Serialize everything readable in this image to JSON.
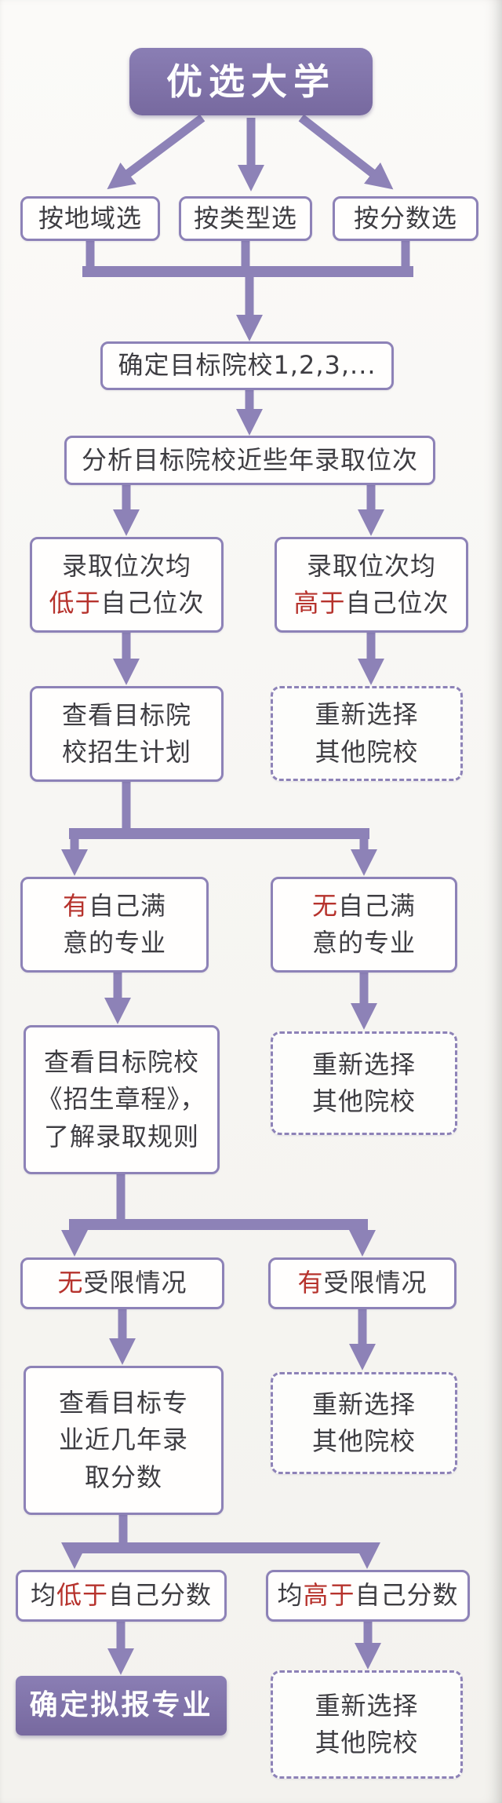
{
  "colors": {
    "purple_line": "#8d82b7",
    "purple_fill": "#7f73ae",
    "red_accent": "#b6322c",
    "text": "#3e3d42"
  },
  "flow": {
    "title": "优选大学",
    "criteria": [
      {
        "label": "按地域选"
      },
      {
        "label": "按类型选"
      },
      {
        "label": "按分数选"
      }
    ],
    "target": "确定目标院校1,2,3,...",
    "analyze": "分析目标院校近些年录取位次",
    "rank_lower": {
      "line1": "录取位次均",
      "red": "低于",
      "after": "自己位次"
    },
    "rank_higher": {
      "line1": "录取位次均",
      "red": "高于",
      "after": "自己位次"
    },
    "check_plan": {
      "line1": "查看目标院",
      "line2": "校招生计划"
    },
    "reselect": {
      "line1": "重新选择",
      "line2": "其他院校"
    },
    "major_yes": {
      "red": "有",
      "after1": "自己满",
      "line2": "意的专业"
    },
    "major_no": {
      "red": "无",
      "after1": "自己满",
      "line2": "意的专业"
    },
    "charter": {
      "line1": "查看目标院校",
      "line2": "《招生章程》，",
      "line3": "了解录取规则"
    },
    "no_limit": {
      "red": "无",
      "after": "受限情况"
    },
    "has_limit": {
      "red": "有",
      "after": "受限情况"
    },
    "scores": {
      "line1": "查看目标专",
      "line2": "业近几年录",
      "line3": "取分数"
    },
    "score_lower": {
      "pre": "均",
      "red": "低于",
      "after": "自己分数"
    },
    "score_higher": {
      "pre": "均",
      "red": "高于",
      "after": "自己分数"
    },
    "final": "确定拟报专业"
  }
}
